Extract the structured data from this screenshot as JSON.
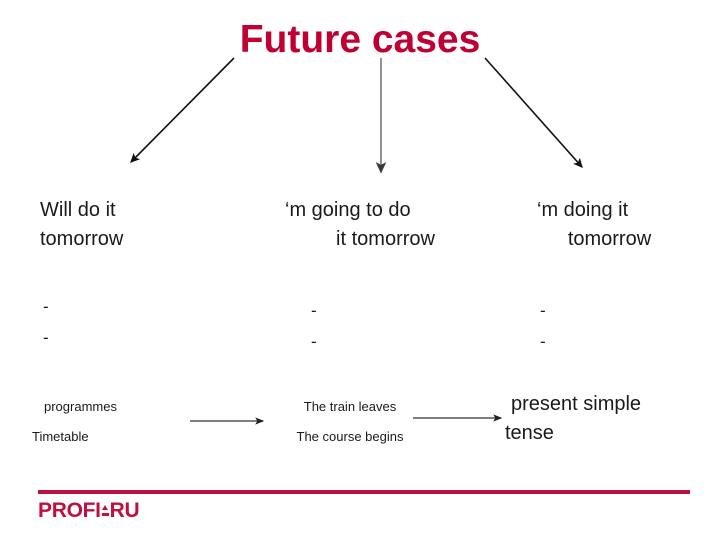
{
  "slide": {
    "title": "Future cases",
    "title_color": "#C00032",
    "background_color": "#ffffff"
  },
  "columns": [
    {
      "id": "will",
      "line_1": "Will do it",
      "line_2": "tomorrow",
      "markers": [
        "-",
        "-"
      ]
    },
    {
      "id": "going-to",
      "line_1": "‘m going to do",
      "line_2": "it tomorrow",
      "markers": [
        "-",
        "-"
      ]
    },
    {
      "id": "present-continuous",
      "line_1": "‘m doing it",
      "line_2": "tomorrow",
      "markers": [
        "-",
        "-"
      ]
    }
  ],
  "flow": {
    "step_1": {
      "line_1": "programmes",
      "line_2": "Timetable"
    },
    "step_2": {
      "line_1": "The train leaves",
      "line_2": "The course begins"
    },
    "step_3": {
      "line_1": "present simple",
      "line_2": "tense"
    }
  },
  "footer": {
    "logo_part_1": "PROFI",
    "logo_part_2": "RU",
    "accent_color": "#BE1140"
  }
}
